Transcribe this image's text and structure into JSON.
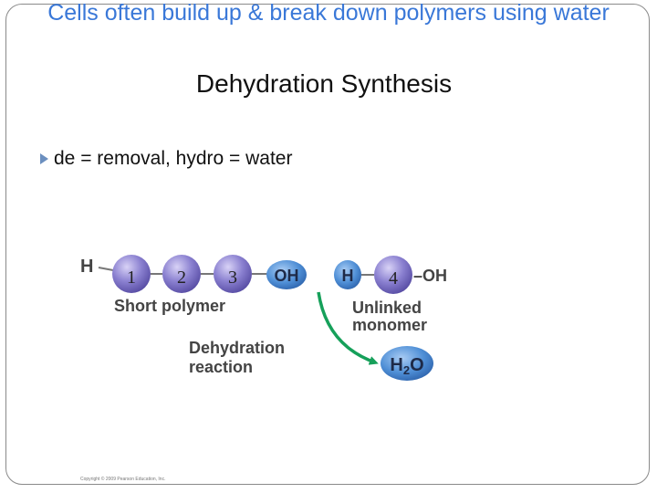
{
  "slide": {
    "title": "Cells often build up & break down polymers using water",
    "subtitle": "Dehydration Synthesis",
    "bullet": "de = removal, hydro =  water",
    "copyright": "Copyright © 2009 Pearson Education, Inc."
  },
  "diagram": {
    "h_left": "H",
    "monomer_1": "1",
    "monomer_2": "2",
    "monomer_3": "3",
    "oh_polymer": "OH",
    "short_polymer_label": "Short polymer",
    "h_monomer": "H",
    "monomer_4": "4",
    "oh_monomer": "–OH",
    "unlinked_line1": "Unlinked",
    "unlinked_line2": "monomer",
    "reaction_line1": "Dehydration",
    "reaction_line2": "reaction",
    "water_h": "H",
    "water_sub": "2",
    "water_o": "O"
  },
  "colors": {
    "title_blue": "#3a78d8",
    "monomer_purple": "#8a80d0",
    "group_blue": "#4f8fd6",
    "arrow_green": "#16a05a"
  }
}
